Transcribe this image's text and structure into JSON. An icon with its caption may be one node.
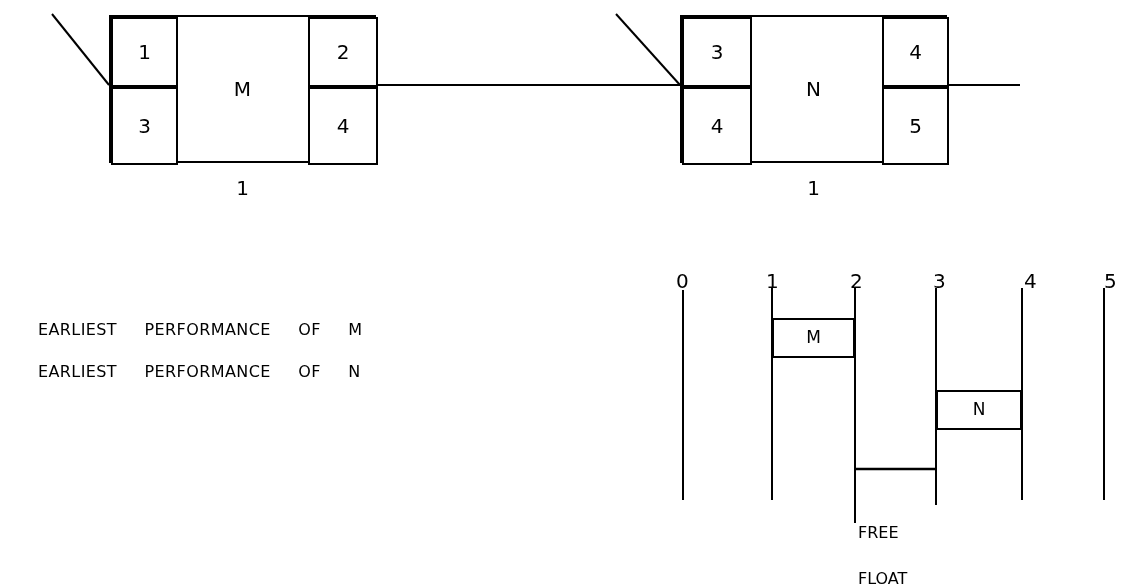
{
  "diagram": {
    "nodes": [
      {
        "text": [
          "M"
        ],
        "beside": [
          "1"
        ]
      },
      {
        "text": [
          "1"
        ],
        "in": 0
      },
      {
        "text": [
          "2"
        ],
        "in": 0
      },
      {
        "text": [
          "3"
        ],
        "in": 0
      },
      {
        "text": [
          "4"
        ],
        "in": 0
      },
      {
        "text": [
          "N"
        ],
        "beside": [
          "1"
        ]
      },
      {
        "text": [
          "3"
        ],
        "in": 5
      },
      {
        "text": [
          "4"
        ],
        "in": 5
      },
      {
        "text": [
          "4"
        ],
        "in": 5
      },
      {
        "text": [
          "5"
        ],
        "in": 5
      },
      {
        "text": [
          "M"
        ]
      },
      {
        "text": [
          "N"
        ]
      }
    ],
    "edges": [
      {
        "from": null,
        "to": 0,
        "arrow": "none"
      },
      {
        "from": 0,
        "to": 5,
        "arrow": "none"
      },
      {
        "from": null,
        "to": 5,
        "arrow": "none"
      },
      {
        "from": 5,
        "to": null,
        "arrow": "none"
      }
    ],
    "labels": [
      "0",
      "1",
      "2",
      "3",
      "4",
      "5",
      "EARLIEST PERFORMANCE OF M",
      "EARLIEST PERFORMANCE OF N",
      "FREE FLOAT"
    ]
  }
}
